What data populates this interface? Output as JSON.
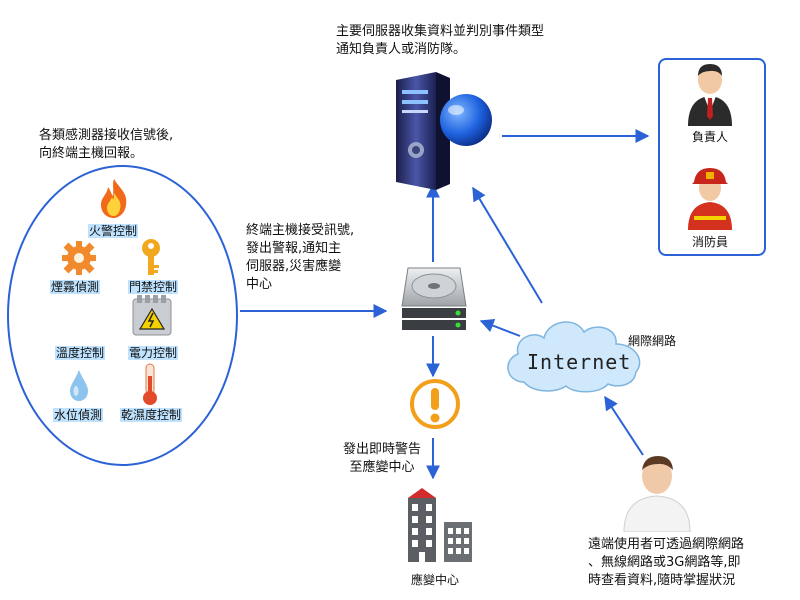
{
  "server": {
    "caption_line1": "主要伺服器收集資料並判別事件類型",
    "caption_line2": "通知負責人或消防隊。"
  },
  "sensors": {
    "caption_line1": "各類感測器接收信號後,",
    "caption_line2": "向終端主機回報。",
    "items": {
      "fire": "火警控制",
      "smoke": "煙霧偵測",
      "door": "門禁控制",
      "temp": "溫度控制",
      "power": "電力控制",
      "water": "水位偵測",
      "humidity": "乾濕度控制"
    }
  },
  "terminal": {
    "caption_line1": "終端主機接受訊號,",
    "caption_line2": "發出警報,通知主",
    "caption_line3": "伺服器,災害應變",
    "caption_line4": "中心"
  },
  "roles": {
    "responsible": "負責人",
    "firefighter": "消防員"
  },
  "internet": {
    "cloud_text": "Internet",
    "label": "網際網路"
  },
  "alert": {
    "caption_line1": "發出即時警告",
    "caption_line2": "至應變中心"
  },
  "center": {
    "label": "應變中心"
  },
  "remote": {
    "caption_line1": "遠端使用者可透過網際網路",
    "caption_line2": "、無線網路或3G網路等,即",
    "caption_line3": "時查看資料,隨時掌握狀況"
  },
  "colors": {
    "arrow": "#2b62d6",
    "outline": "#2b62d6",
    "cloud": "#cfe8fb"
  }
}
